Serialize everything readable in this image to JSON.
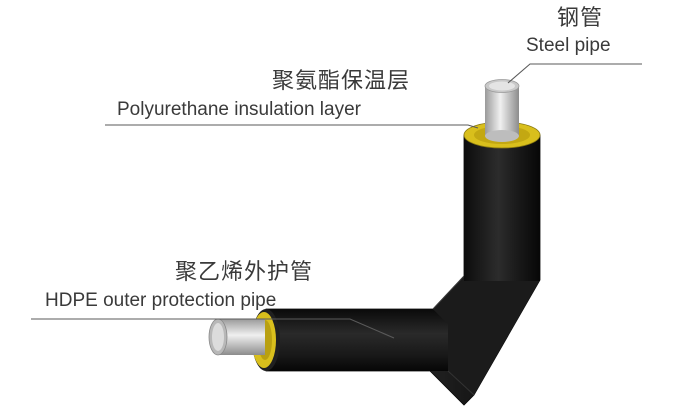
{
  "labels": {
    "steel_pipe": {
      "zh": "钢管",
      "en": "Steel pipe"
    },
    "insulation_layer": {
      "zh": "聚氨酯保温层",
      "en": "Polyurethane insulation layer"
    },
    "outer_pipe": {
      "zh": "聚乙烯外护管",
      "en": "HDPE outer protection pipe"
    }
  },
  "components": [
    "steel-pipe",
    "polyurethane-insulation-layer",
    "hdpe-outer-protection-pipe"
  ],
  "colors": {
    "outer_pipe": "#161616",
    "insulation": "#d9bf1c",
    "steel": "#d2d2d2",
    "leader_line": "#5a5a5a",
    "text": "#3a3a3a"
  }
}
